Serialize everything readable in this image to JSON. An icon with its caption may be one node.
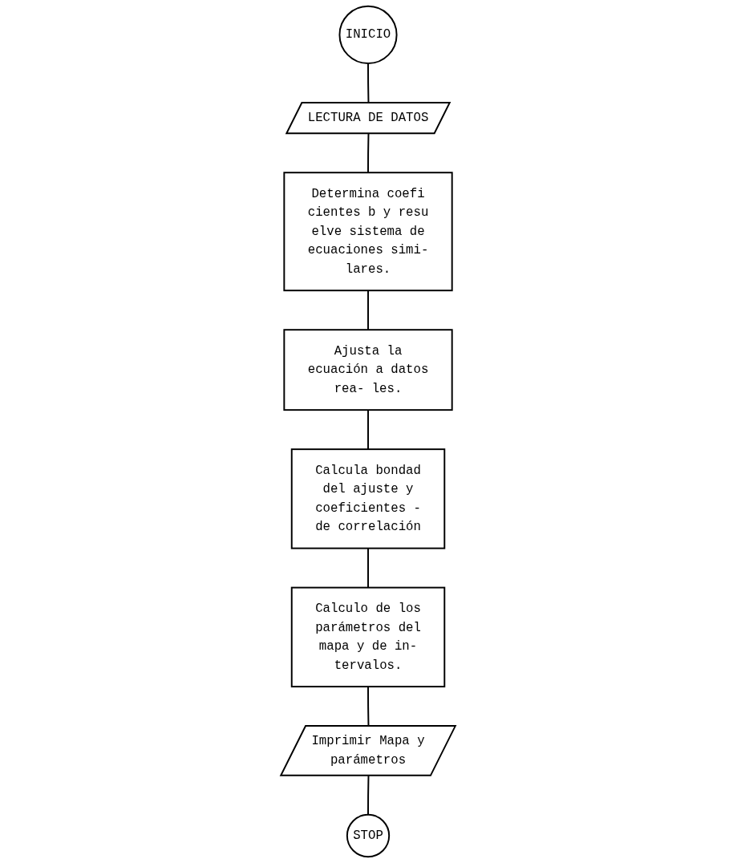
{
  "diagram": {
    "nodes": [
      {
        "text": [
          "INICIO"
        ]
      },
      {
        "text": [
          "LECTURA DE DATOS"
        ]
      },
      {
        "text": [
          "Determina coefi cientes b y resu elve sistema de ecuaciones simi- lares."
        ]
      },
      {
        "text": [
          "Ajusta la ecuación a datos rea- les."
        ]
      },
      {
        "text": [
          "Calcula bondad del ajuste y coeficientes - de correlación"
        ]
      },
      {
        "text": [
          "Calculo de los parámetros del mapa y de in- tervalos."
        ]
      },
      {
        "text": [
          "Imprimir Mapa y parámetros"
        ]
      },
      {
        "text": [
          "STOP"
        ]
      }
    ],
    "edges": [
      {
        "from": 0,
        "to": 1,
        "arrow": "none"
      },
      {
        "from": 1,
        "to": 2,
        "arrow": "none"
      },
      {
        "from": 2,
        "to": 3,
        "arrow": "none"
      },
      {
        "from": 3,
        "to": 4,
        "arrow": "none"
      },
      {
        "from": 4,
        "to": 5,
        "arrow": "none"
      },
      {
        "from": 5,
        "to": 6,
        "arrow": "none"
      },
      {
        "from": 6,
        "to": 7,
        "arrow": "none"
      }
    ]
  }
}
